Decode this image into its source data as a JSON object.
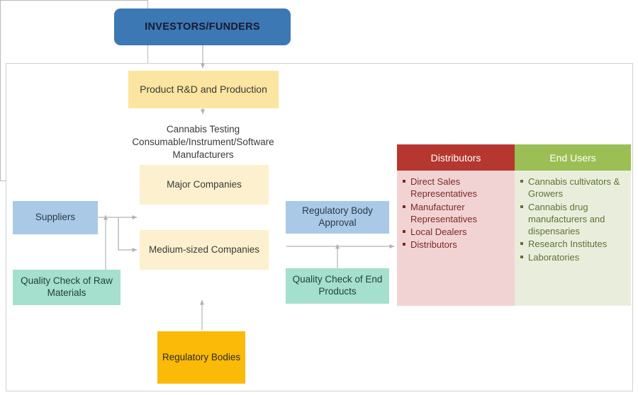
{
  "diagram": {
    "title_nodes": {
      "investors": "INVESTORS/FUNDERS",
      "product_rd": "Product R&D and Production",
      "manufacturers_title": "Cannabis Testing Consumable/Instrument/Software Manufacturers",
      "major_companies": "Major Companies",
      "medium_companies": "Medium-sized Companies",
      "suppliers": "Suppliers",
      "quality_check_raw": "Quality Check of Raw Materials",
      "regulatory_body_approval": "Regulatory Body Approval",
      "quality_check_end": "Quality Check of End Products",
      "regulatory_bodies": "Regulatory Bodies"
    },
    "panels": [
      {
        "id": "distributors",
        "header": "Distributors",
        "items": [
          "Direct Sales Representatives",
          "Manufacturer Representatives",
          "Local Dealers",
          "Distributors"
        ]
      },
      {
        "id": "end-users",
        "header": "End Users",
        "items": [
          "Cannabis cultivators & Growers",
          "Cannabis drug manufacturers and dispensaries",
          "Research Institutes",
          "Laboratories"
        ]
      }
    ],
    "colors": {
      "investors_blue": "#3c78b4",
      "light_yellow": "#fbe5a0",
      "pale_yellow": "#fdf0ce",
      "light_blue": "#a9c9e6",
      "teal": "#a5dfce",
      "orange": "#fbba08",
      "distributors_red": "#b5372f",
      "distributors_pink": "#f2d3d3",
      "endusers_green": "#9cbf55",
      "endusers_pale_green": "#e9eedc",
      "frame_border": "#d0d0d0",
      "connector_gray": "#b3b3b3"
    }
  }
}
